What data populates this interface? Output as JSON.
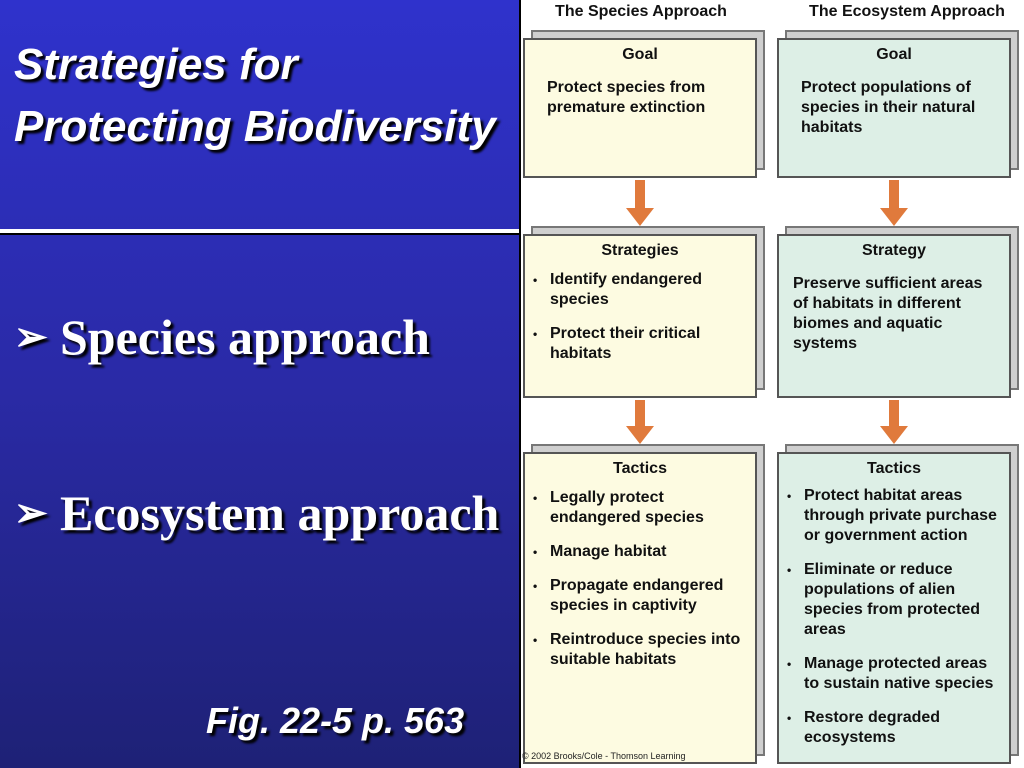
{
  "slide": {
    "title": "Strategies for Protecting Biodiversity",
    "bullets": [
      {
        "icon": "arrow-bullet-icon",
        "text": "Species approach"
      },
      {
        "icon": "arrow-bullet-icon",
        "text": "Ecosystem approach"
      }
    ],
    "figure_ref": "Fig. 22-5 p. 563"
  },
  "diagram": {
    "species": {
      "heading": "The Species Approach",
      "goal": {
        "title": "Goal",
        "text": "Protect species from premature extinction"
      },
      "strategies": {
        "title": "Strategies",
        "items": [
          "Identify endangered species",
          "Protect their critical habitats"
        ]
      },
      "tactics": {
        "title": "Tactics",
        "items": [
          "Legally protect endangered species",
          "Manage habitat",
          "Propagate endangered species in captivity",
          "Reintroduce species into suitable habitats"
        ]
      }
    },
    "ecosystem": {
      "heading": "The Ecosystem Approach",
      "goal": {
        "title": "Goal",
        "text": "Protect populations of species in their natural habitats"
      },
      "strategy": {
        "title": "Strategy",
        "text": "Preserve sufficient areas of habitats in different biomes and aquatic systems"
      },
      "tactics": {
        "title": "Tactics",
        "items": [
          "Protect habitat areas through private purchase or government action",
          "Eliminate or reduce populations of alien species from protected areas",
          "Manage protected areas to sustain native species",
          "Restore degraded ecosystems"
        ]
      }
    },
    "copyright": "© 2002 Brooks/Cole - Thomson Learning",
    "colors": {
      "species_box": "#fdfbe1",
      "ecosystem_box": "#ddefe6",
      "arrow": "#e07a3c",
      "background": "#2a2aa6"
    }
  }
}
